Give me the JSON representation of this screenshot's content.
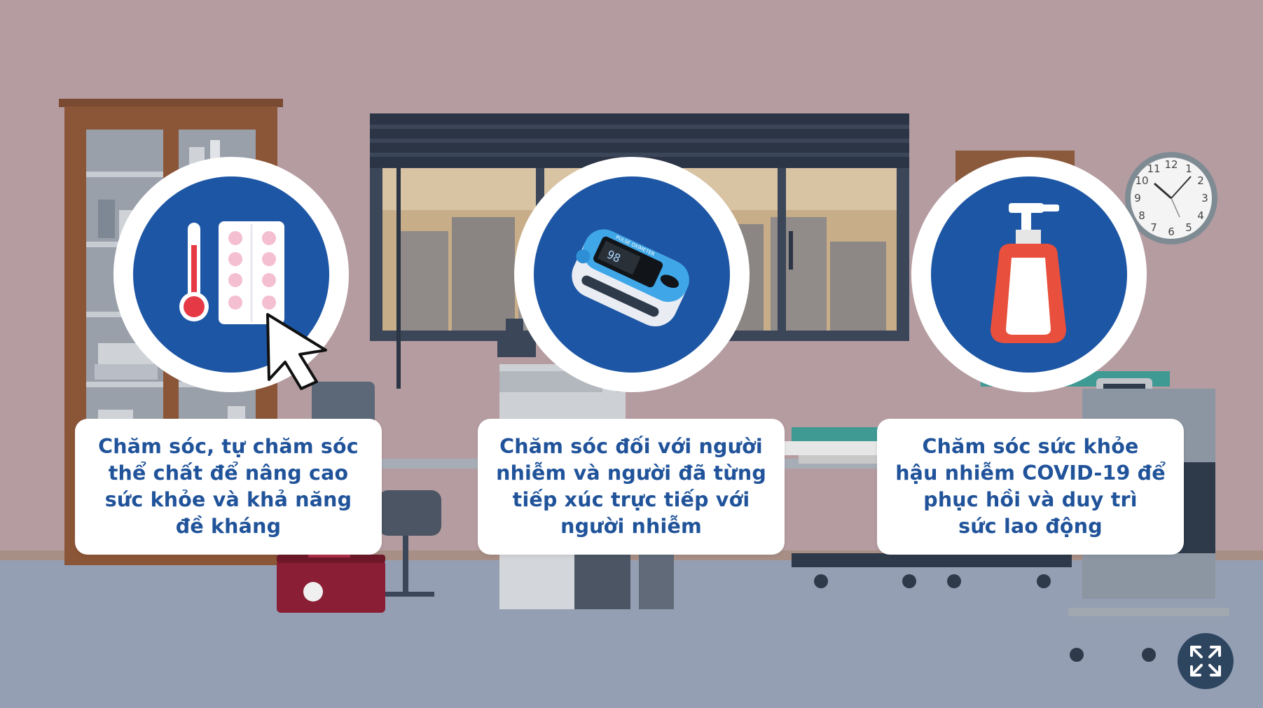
{
  "colors": {
    "wall": "#b59ca1",
    "floor": "#949fb3",
    "icon_circle": "#1d56a4",
    "card_text": "#20539a",
    "fullscreen_button": "#2e4560"
  },
  "cards": [
    {
      "lines": [
        "Chăm sóc, tự chăm sóc",
        "thể chất để nâng cao",
        "sức khỏe và khả năng",
        "đề kháng"
      ],
      "icon": "thermometer-and-pills-icon"
    },
    {
      "lines": [
        "Chăm sóc đối với người",
        "nhiễm và người đã từng",
        "tiếp xúc trực tiếp với",
        "người nhiễm"
      ],
      "icon": "pulse-oximeter-icon",
      "device_label": "PULSE OXIMETER",
      "device_reading": "98"
    },
    {
      "lines": [
        "Chăm sóc sức khỏe",
        "hậu nhiễm COVID-19 để",
        "phục hồi và duy trì",
        "sức lao động"
      ],
      "icon": "hand-sanitizer-icon"
    }
  ],
  "clock": {
    "numerals": [
      "12",
      "1",
      "2",
      "3",
      "4",
      "5",
      "6",
      "7",
      "8",
      "9",
      "10",
      "11"
    ]
  },
  "controls": {
    "fullscreen_icon": "expand-icon"
  }
}
